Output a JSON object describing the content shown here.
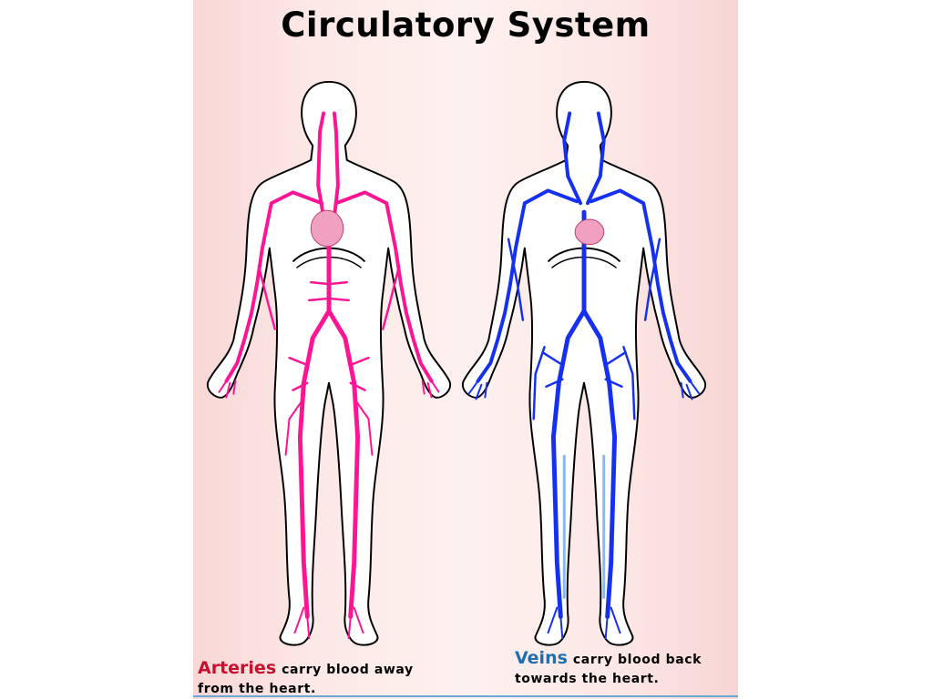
{
  "title": "Circulatory System",
  "arteries": {
    "keyword": "Arteries",
    "text_line1": "carry blood away",
    "text_line2": "from the heart.",
    "color": "#ff1493"
  },
  "veins": {
    "keyword": "Veins",
    "text_line1": "carry blood back",
    "text_line2": "towards the heart.",
    "color": "#1530f0"
  },
  "colors": {
    "background": "#fce8e6",
    "heart": "#f0a0c0",
    "outline": "#000000"
  }
}
